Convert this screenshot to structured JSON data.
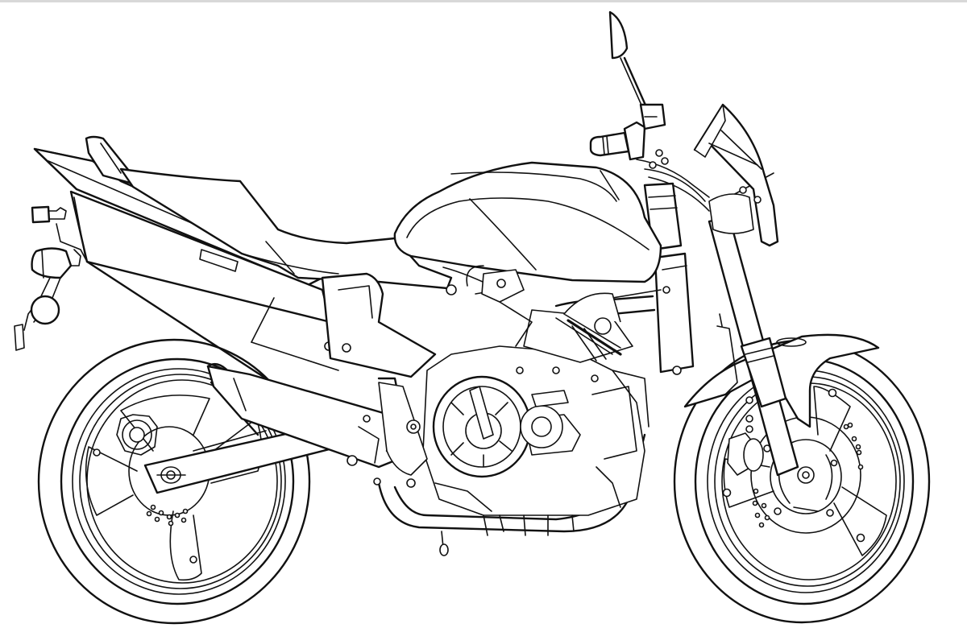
{
  "image": {
    "subject": "Motorcycle line-art coloring page",
    "style": "black outline on white background",
    "colors": {
      "background": "#ffffff",
      "line": "#111111",
      "top_border": "#d8d8d8"
    },
    "parts": [
      "rear-wheel",
      "rear-disc-brake",
      "swingarm",
      "tail-section",
      "rear-turn-signal",
      "license-plate-bracket",
      "rear-reflector",
      "seat",
      "pillion-grab-handle",
      "side-panel",
      "fuel-tank",
      "engine",
      "clutch-cover",
      "frame-spar",
      "exhaust-pipe",
      "kickstand",
      "front-fork",
      "front-fender",
      "front-wheel",
      "front-disc-brake",
      "brake-caliper",
      "handlebar",
      "mirror",
      "headlight-cowl"
    ]
  }
}
